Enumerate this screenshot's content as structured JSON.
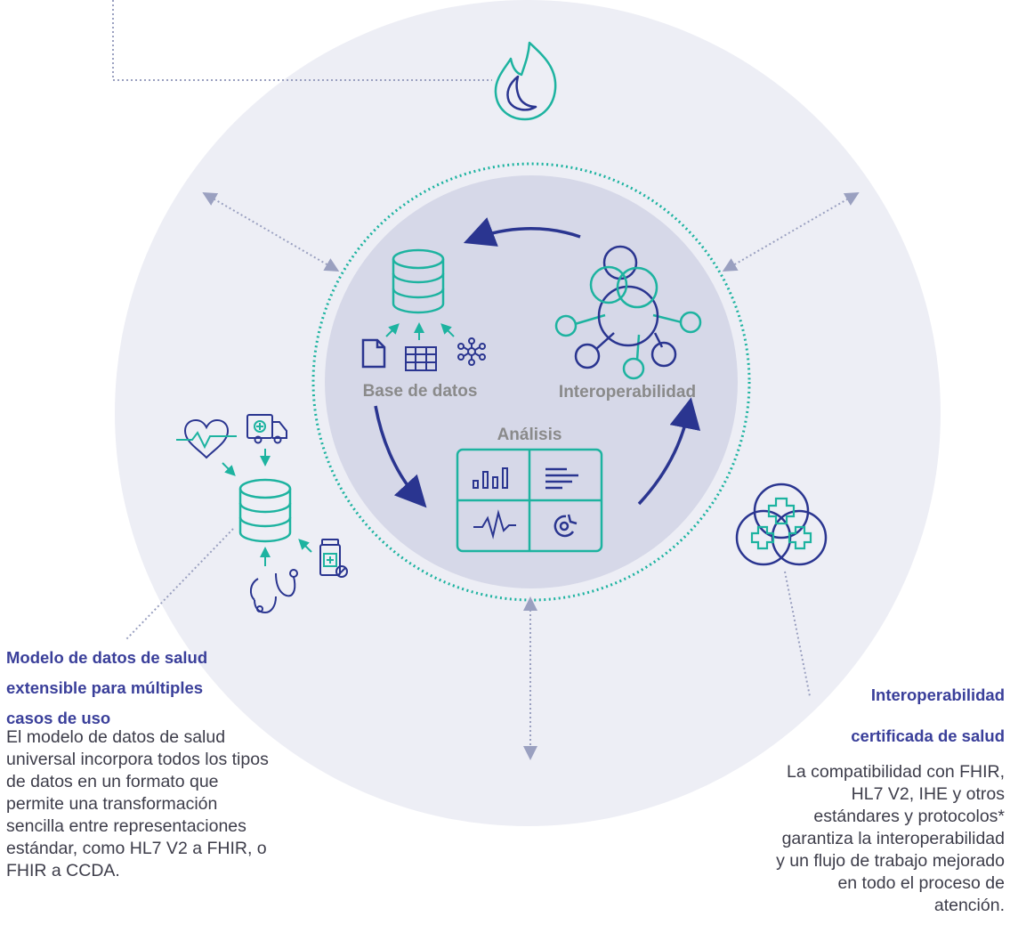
{
  "inner": {
    "labels": {
      "database": "Base de datos",
      "interop": "Interoperabilidad",
      "analysis": "Análisis"
    }
  },
  "left": {
    "heading": [
      "Modelo de datos de salud",
      "extensible para múltiples",
      "casos de uso"
    ],
    "body": [
      "El modelo de datos de salud",
      "universal incorpora todos los tipos",
      "de datos en un formato que",
      "permite una transformación",
      "sencilla entre representaciones",
      "estándar, como HL7 V2 a FHIR, o",
      "FHIR a CCDA."
    ]
  },
  "right": {
    "heading": [
      "Interoperabilidad",
      "certificada de salud"
    ],
    "body": [
      "La compatibilidad con FHIR,",
      "HL7 V2, IHE y otros",
      "estándares y protocolos*",
      "garantiza la interoperabilidad",
      "y un flujo de trabajo mejorado",
      "en todo el proceso de",
      "atención."
    ]
  },
  "colors": {
    "outer_circle": "#edeef5",
    "inner_circle": "#d6d8e8",
    "teal": "#1db3a0",
    "navy": "#2a3590",
    "dotted": "#9aa0c0",
    "heading": "#3a3f9a",
    "inner_label": "#8a8a8a"
  }
}
